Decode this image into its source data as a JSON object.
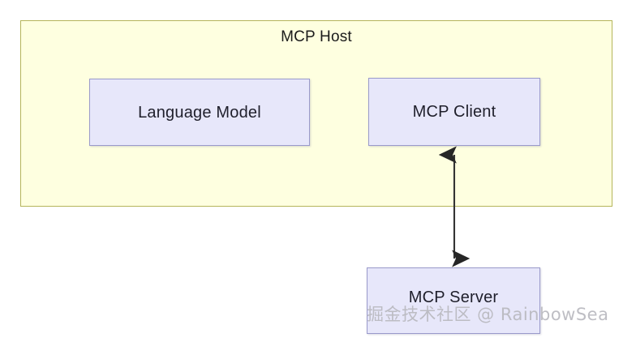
{
  "diagram": {
    "title": "MCP Host",
    "background_color": "#ffffff",
    "host": {
      "label": "MCP Host",
      "fill_color": "#feffe0",
      "border_color": "#b5b55a"
    },
    "nodes": [
      {
        "id": "language-model",
        "label": "Language Model",
        "fill_color": "#e7e7fa",
        "border_color": "#9a9acb"
      },
      {
        "id": "mcp-client",
        "label": "MCP Client",
        "fill_color": "#e7e7fa",
        "border_color": "#9a9acb"
      },
      {
        "id": "mcp-server",
        "label": "MCP Server",
        "fill_color": "#e7e7fa",
        "border_color": "#9a9acb"
      }
    ],
    "connectors": [
      {
        "id": "client-server-link",
        "from": "mcp-client",
        "to": "mcp-server",
        "style": "double-headed-arrow",
        "color": "#262626",
        "label": ""
      }
    ],
    "watermark": {
      "text": "掘金技术社区 @ RainbowSea",
      "color": "#b9b9bf"
    }
  }
}
